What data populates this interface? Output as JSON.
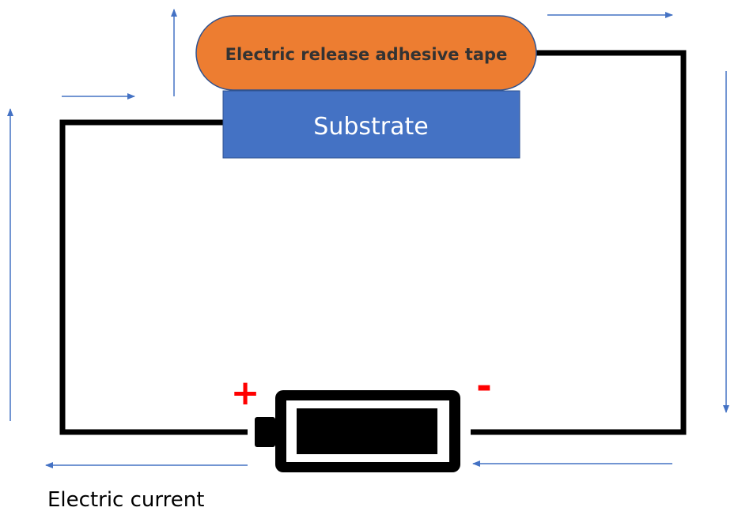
{
  "components": {
    "tape": {
      "label": "Electric release adhesive tape",
      "color": "#ed7d31"
    },
    "substrate": {
      "label": "Substrate",
      "color": "#4472c4"
    },
    "battery": {
      "positive_label": "+",
      "negative_label": "-",
      "terminal_color": "#ff0000"
    }
  },
  "caption": {
    "text": "Electric current"
  },
  "colors": {
    "wire": "#000000",
    "arrow": "#4472c4"
  },
  "arrow_icon": "arrow-icon"
}
